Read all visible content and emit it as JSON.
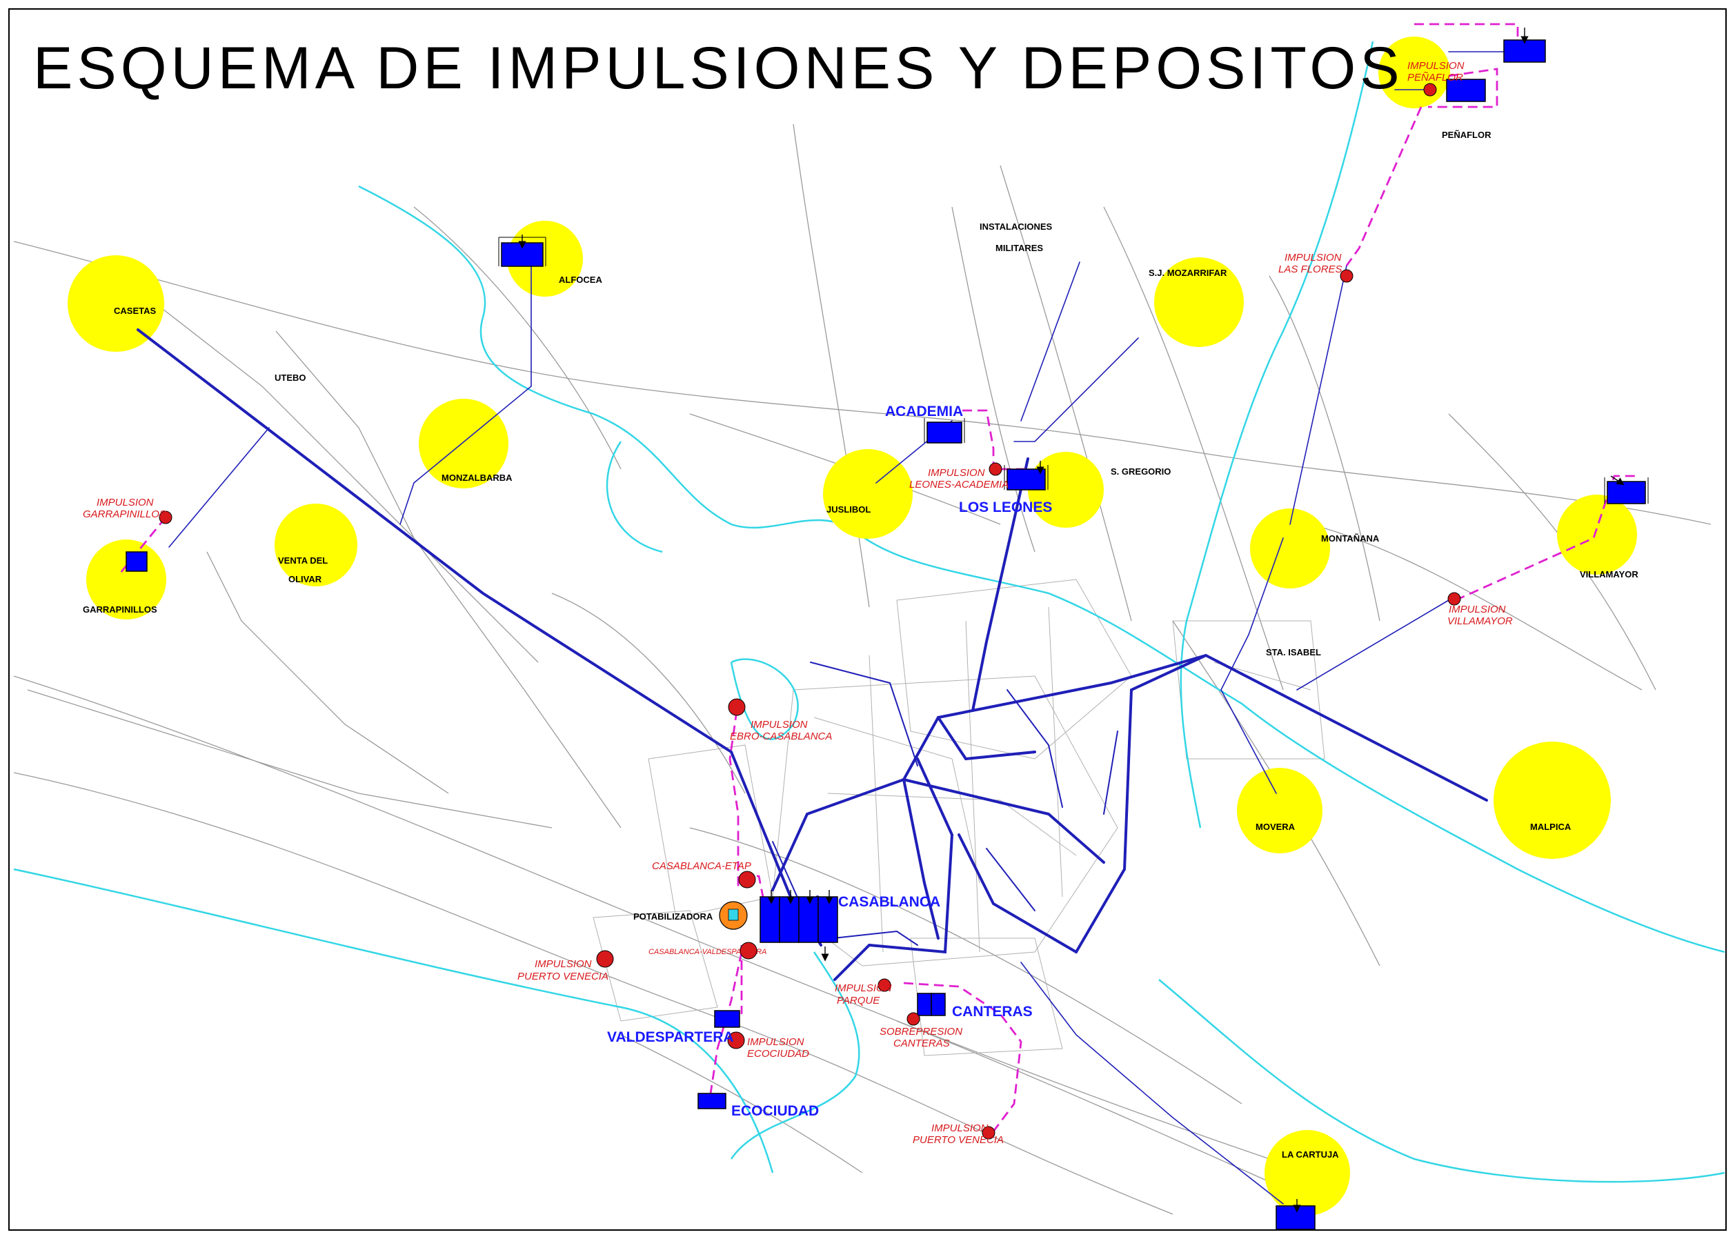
{
  "title": "ESQUEMA DE IMPULSIONES Y DEPOSITOS",
  "colors": {
    "pipe": "#1f1fb8",
    "impulsion": "#e020d0",
    "river": "#33d6e6",
    "road": "#9a9a9a",
    "town_circle": "#ffff00",
    "tank": "#0000ff",
    "pump": "#d7191c",
    "label_blue": "#1a1aff",
    "label_red": "#d7191c"
  },
  "icons": {
    "tank": "tank-icon",
    "pump": "pump-station-icon",
    "plant": "treatment-plant-icon"
  },
  "towns": {
    "casetas": "CASETAS",
    "utebo": "UTEBO",
    "alfocea": "ALFOCEA",
    "monzalbarba": "MONZALBARBA",
    "venta_line1": "VENTA DEL",
    "venta_line2": "OLIVAR",
    "garrapinillos": "GARRAPINILLOS",
    "juslibol": "JUSLIBOL",
    "san_gregorio": "S. GREGORIO",
    "san_juan_mozarrifar": "S.J. MOZARRIFAR",
    "montanana": "MONTAÑANA",
    "villamayor": "VILLAMAYOR",
    "santa_isabel": "STA. ISABEL",
    "movera": "MOVERA",
    "malpica": "MALPICA",
    "la_cartuja": "LA CARTUJA",
    "penaflor": "PEÑAFLOR",
    "instalaciones_line1": "INSTALACIONES",
    "instalaciones_line2": "MILITARES",
    "potabilizadora": "POTABILIZADORA"
  },
  "deposits": {
    "academia": "ACADEMIA",
    "los_leones": "LOS LEONES",
    "casablanca": "CASABLANCA",
    "canteras": "CANTERAS",
    "valdespartera": "VALDESPARTERA",
    "ecociudad": "ECOCIUDAD"
  },
  "pumps": {
    "garrapinillos_1": "IMPULSION",
    "garrapinillos_2": "GARRAPINILLOS",
    "leones_1": "IMPULSION",
    "leones_2": "LEONES-ACADEMIA",
    "las_flores_1": "IMPULSION",
    "las_flores_2": "LAS FLORES",
    "penaflor_1": "IMPULSION",
    "penaflor_2": "PEÑAFLOR",
    "villamayor_1": "IMPULSION",
    "villamayor_2": "VILLAMAYOR",
    "ebro_1": "IMPULSION",
    "ebro_2": "EBRO-CASABLANCA",
    "casablanca_etap": "CASABLANCA-ETAP",
    "casablanca_valdespartera": "CASABLANCA-VALDESPARTERA",
    "puerto_venecia_w_1": "IMPULSION",
    "puerto_venecia_w_2": "PUERTO VENECIA",
    "parque_1": "IMPULSION",
    "parque_2": "PARQUE",
    "sobrepresion_1": "SOBREPRESION",
    "sobrepresion_2": "CANTERAS",
    "ecociudad_1": "IMPULSION",
    "ecociudad_2": "ECOCIUDAD",
    "puerto_venecia_s_1": "IMPULSION",
    "puerto_venecia_s_2": "PUERTO VENECIA"
  }
}
